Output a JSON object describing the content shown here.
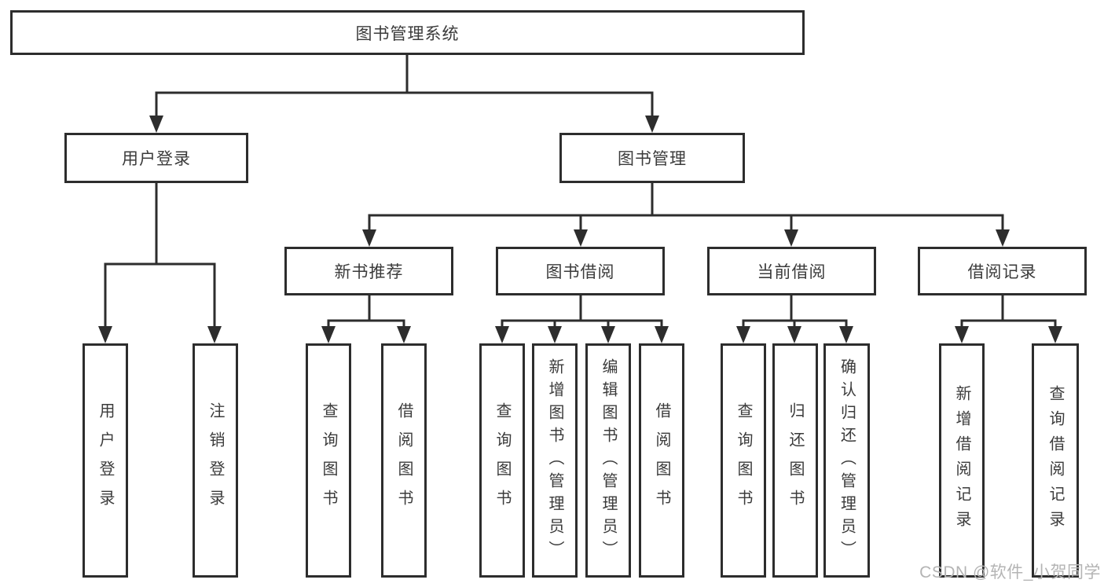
{
  "diagram": {
    "root": {
      "label": "图书管理系统"
    },
    "branches": {
      "user_login": {
        "label": "用户登录",
        "children": {
          "login": {
            "label": "用户登录"
          },
          "logout": {
            "label": "注销登录"
          }
        }
      },
      "book_mgmt": {
        "label": "图书管理",
        "children": {
          "new_books": {
            "label": "新书推荐",
            "children": {
              "query": {
                "label": "查询图书"
              },
              "borrow": {
                "label": "借阅图书"
              }
            }
          },
          "book_borrow": {
            "label": "图书借阅",
            "children": {
              "query": {
                "label": "查询图书"
              },
              "add": {
                "label": "新增图书（管理员）"
              },
              "edit": {
                "label": "编辑图书（管理员）"
              },
              "borrow": {
                "label": "借阅图书"
              }
            }
          },
          "current_borrow": {
            "label": "当前借阅",
            "children": {
              "query": {
                "label": "查询图书"
              },
              "return": {
                "label": "归还图书"
              },
              "confirm": {
                "label": "确认归还（管理员）"
              }
            }
          },
          "borrow_records": {
            "label": "借阅记录",
            "children": {
              "add": {
                "label": "新增借阅记录"
              },
              "query": {
                "label": "查询借阅记录"
              }
            }
          }
        }
      }
    },
    "line_color": "#2d2d2d",
    "text_color": "#3b3b3b"
  },
  "watermark": {
    "text": "CSDN @软件_小贺同学"
  }
}
